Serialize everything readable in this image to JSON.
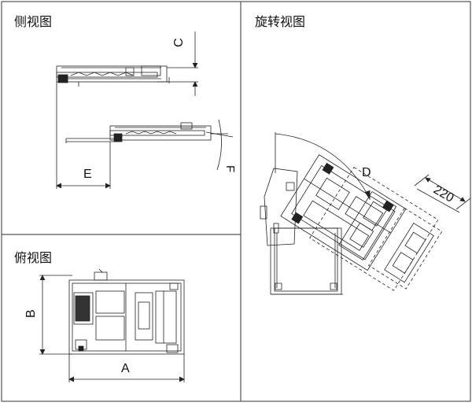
{
  "panels": {
    "side_view": {
      "title": "侧视图",
      "labels": {
        "c": "C",
        "e": "E",
        "f": "F"
      }
    },
    "rotation_view": {
      "title": "旋转视图",
      "labels": {
        "d": "D",
        "offset": "220"
      }
    },
    "top_view": {
      "title": "俯视图",
      "labels": {
        "a": "A",
        "b": "B"
      }
    }
  },
  "colors": {
    "line": "#222222",
    "frame": "#555555"
  }
}
